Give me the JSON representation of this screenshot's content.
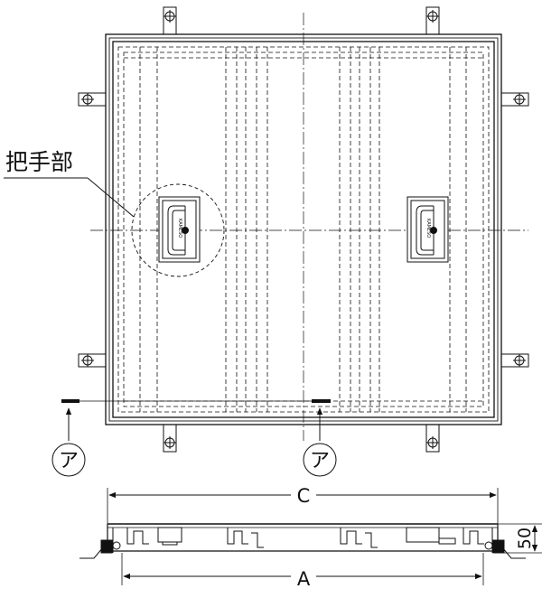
{
  "labels": {
    "handle_part": "把手部",
    "section_marker": "ア",
    "dim_top": "C",
    "dim_bottom": "A",
    "dim_height": "50",
    "handle_stamp": "KAMESO"
  },
  "colors": {
    "line": "#111111",
    "background": "#ffffff"
  }
}
